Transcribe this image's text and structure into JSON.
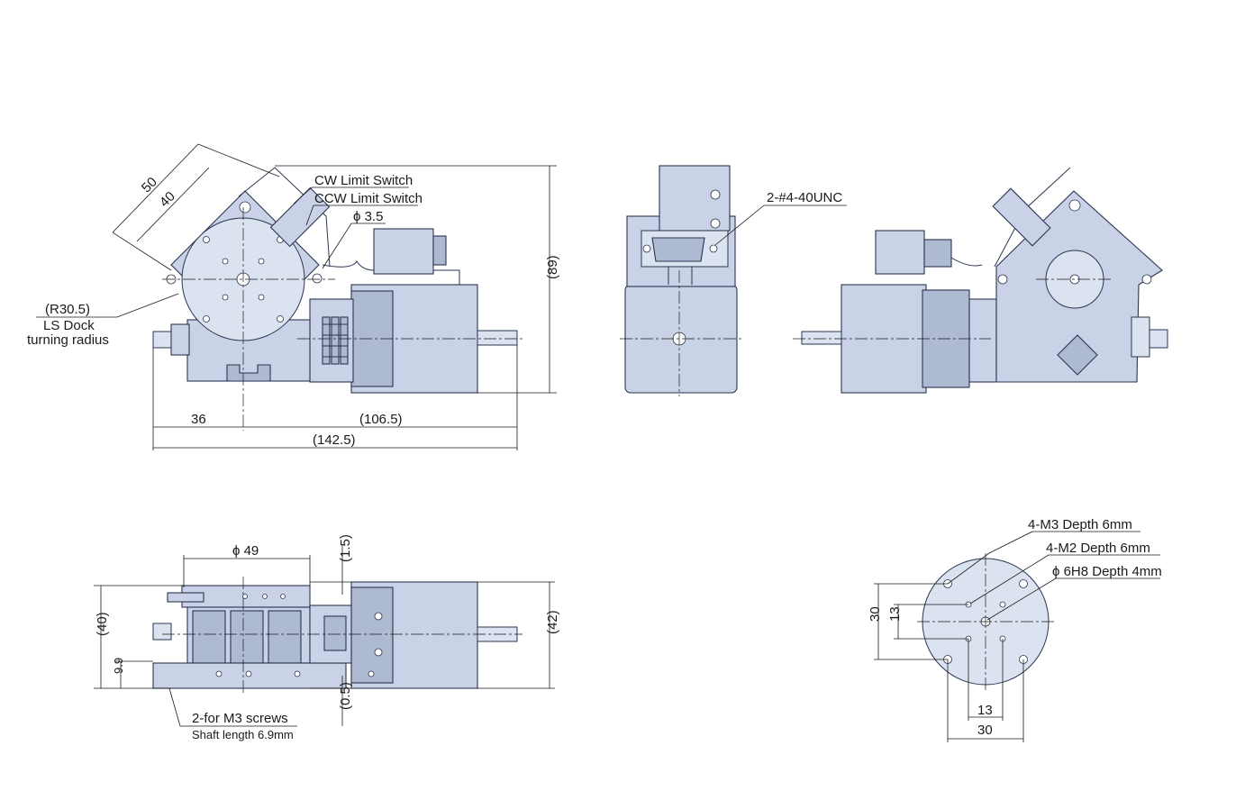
{
  "labels": {
    "top_view": {
      "dim_50": "50",
      "dim_40": "40",
      "cw": "CW Limit Switch",
      "ccw": "CCW Limit Switch",
      "phi35": "ϕ 3.5",
      "r305": "(R30.5)",
      "ls_dock": "LS Dock",
      "turning_radius": "turning radius",
      "dim_89": "(89)",
      "dim_36": "36",
      "dim_1065": "(106.5)",
      "dim_1425": "(142.5)"
    },
    "end_view": {
      "unc": "2-#4-40UNC"
    },
    "side_view": {
      "phi49": "ϕ 49",
      "dim_15": "(1.5)",
      "dim_40": "(40)",
      "dim_42": "(42)",
      "dim_99": "9.9",
      "dim_05": "(0.5)",
      "m3_screws": "2-for M3 screws",
      "shaft_length": "Shaft length 6.9mm"
    },
    "table_view": {
      "m3": "4-M3 Depth 6mm",
      "m2": "4-M2 Depth 6mm",
      "phi6h8": "ϕ 6H8 Depth 4mm",
      "v30": "30",
      "v13": "13",
      "h13": "13",
      "h30": "30"
    }
  }
}
